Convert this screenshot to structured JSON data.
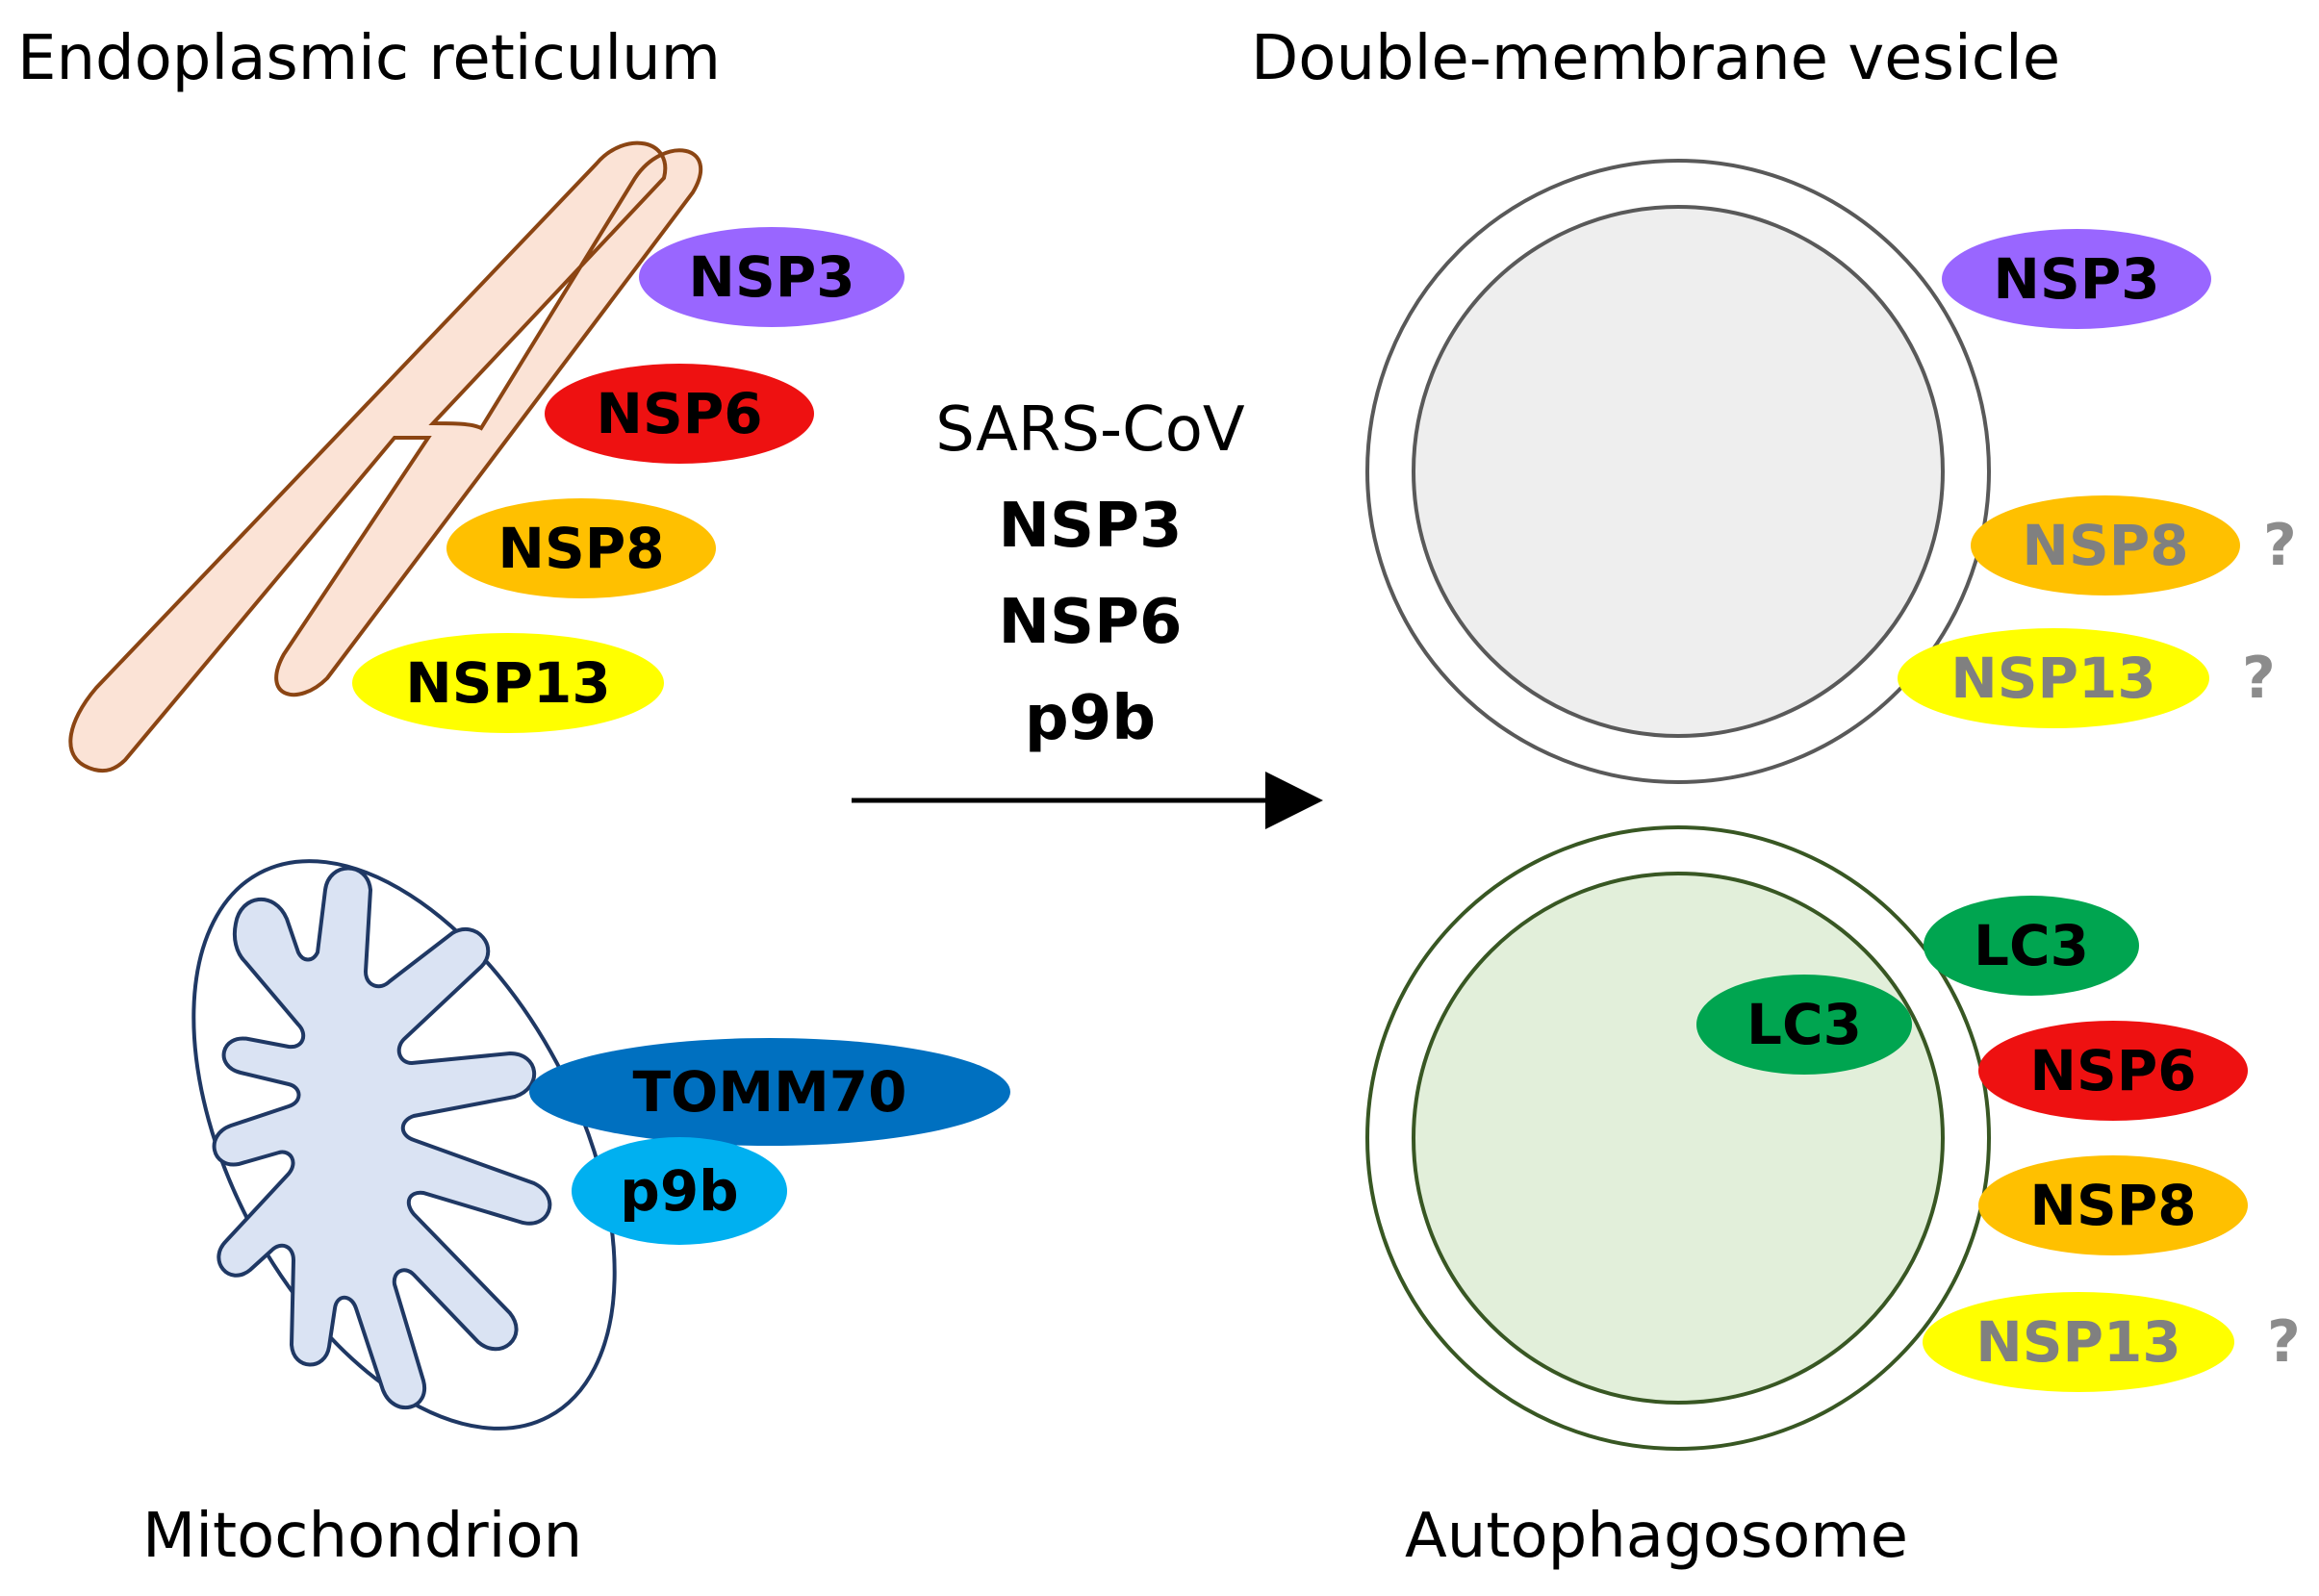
{
  "titles": {
    "er": "Endoplasmic reticulum",
    "dmv": "Double-membrane vesicle",
    "mito": "Mitochondrion",
    "auto": "Autophagosome"
  },
  "center": {
    "virus": "SARS-CoV",
    "proteins": [
      "NSP3",
      "NSP6",
      "p9b"
    ]
  },
  "er_proteins": [
    {
      "label": "NSP3",
      "color": "#9966ff",
      "text_color": "#000000"
    },
    {
      "label": "NSP6",
      "color": "#ee1111",
      "text_color": "#000000"
    },
    {
      "label": "NSP8",
      "color": "#ffc000",
      "text_color": "#000000"
    },
    {
      "label": "NSP13",
      "color": "#ffff00",
      "text_color": "#000000"
    }
  ],
  "mito_proteins": [
    {
      "label": "TOMM70",
      "color": "#0070c0",
      "text_color": "#000000"
    },
    {
      "label": "p9b",
      "color": "#00b0f0",
      "text_color": "#000000"
    }
  ],
  "dmv_proteins": [
    {
      "label": "NSP3",
      "color": "#9966ff",
      "text_color": "#000000",
      "uncertain": false
    },
    {
      "label": "NSP8",
      "color": "#ffc000",
      "text_color": "#808080",
      "uncertain": true
    },
    {
      "label": "NSP13",
      "color": "#ffff00",
      "text_color": "#808080",
      "uncertain": true
    }
  ],
  "auto_proteins": [
    {
      "label": "LC3",
      "color": "#00a550",
      "text_color": "#000000",
      "uncertain": false
    },
    {
      "label": "LC3",
      "color": "#00a550",
      "text_color": "#000000",
      "uncertain": false
    },
    {
      "label": "NSP6",
      "color": "#ee1111",
      "text_color": "#000000",
      "uncertain": false
    },
    {
      "label": "NSP8",
      "color": "#ffc000",
      "text_color": "#000000",
      "uncertain": false
    },
    {
      "label": "NSP13",
      "color": "#ffff00",
      "text_color": "#808080",
      "uncertain": true
    }
  ],
  "uncertain_mark": "?",
  "colors": {
    "er_fill": "#fbe3d6",
    "er_stroke": "#8b4513",
    "mito_fill": "#dae3f3",
    "mito_stroke": "#1f3864",
    "dmv_stroke": "#595959",
    "dmv_inner_fill": "#eeeeee",
    "auto_stroke": "#385723",
    "auto_inner_fill": "#e2efda",
    "arrow": "#000000"
  }
}
